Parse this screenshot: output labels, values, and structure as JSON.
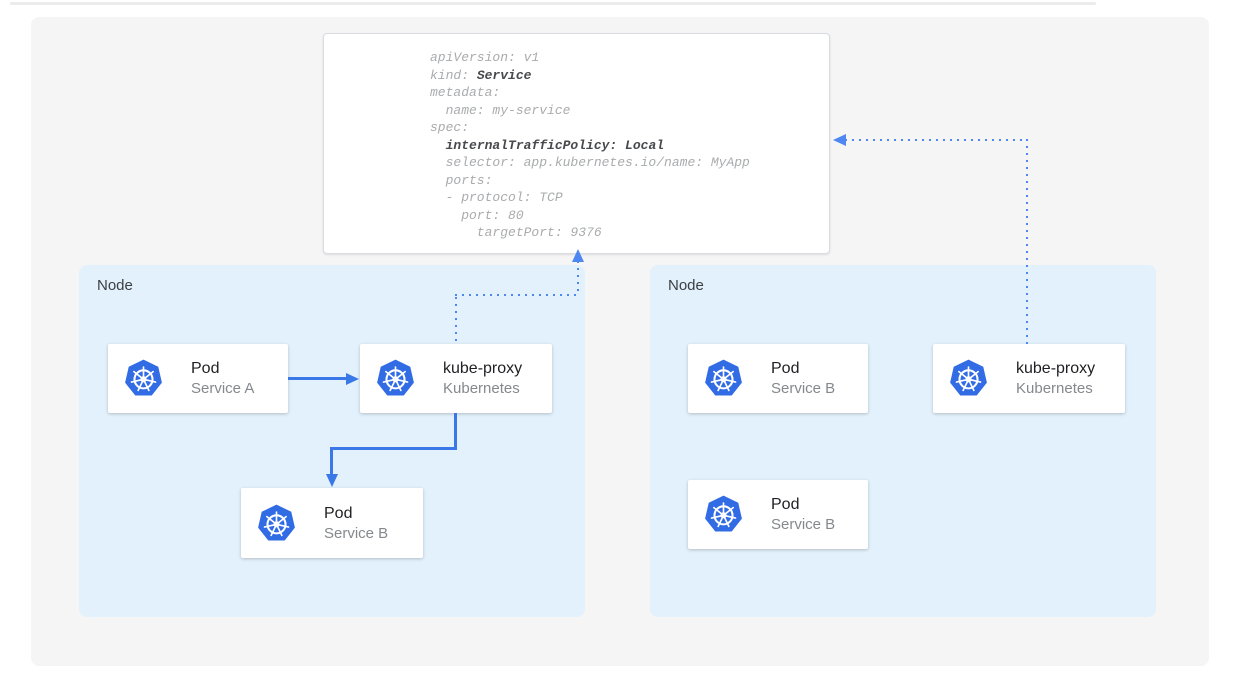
{
  "colors": {
    "kubernetes_blue": "#326ce5",
    "solid_arrow_blue": "#3b78e7",
    "dotted_arrow_blue": "#4f87f2",
    "node_background": "#e3f1fc",
    "canvas_background": "#f5f5f6"
  },
  "yaml": {
    "lines": [
      {
        "pre": "apiVersion: v1"
      },
      {
        "pre": "kind: ",
        "bold": "Service"
      },
      {
        "pre": "metadata:"
      },
      {
        "pre": "  name: my-service"
      },
      {
        "pre": "spec:"
      },
      {
        "pre": "  ",
        "bold": "internalTrafficPolicy: Local"
      },
      {
        "pre": "  selector: app.kubernetes.io/name: MyApp"
      },
      {
        "pre": "  ports:"
      },
      {
        "pre": "  - protocol: TCP"
      },
      {
        "pre": "    port: 80"
      },
      {
        "pre": "      targetPort: 9376"
      }
    ]
  },
  "nodes": [
    {
      "label": "Node",
      "cards": [
        {
          "icon": "kubernetes-icon",
          "title": "Pod",
          "subtitle": "Service A"
        },
        {
          "icon": "kubernetes-icon",
          "title": "kube-proxy",
          "subtitle": "Kubernetes"
        },
        {
          "icon": "kubernetes-icon",
          "title": "Pod",
          "subtitle": "Service B"
        }
      ]
    },
    {
      "label": "Node",
      "cards": [
        {
          "icon": "kubernetes-icon",
          "title": "Pod",
          "subtitle": "Service B"
        },
        {
          "icon": "kubernetes-icon",
          "title": "kube-proxy",
          "subtitle": "Kubernetes"
        },
        {
          "icon": "kubernetes-icon",
          "title": "Pod",
          "subtitle": "Service B"
        }
      ]
    }
  ],
  "connections": [
    {
      "from": "node1-pod-service-a",
      "to": "node1-kube-proxy",
      "style": "solid-arrow"
    },
    {
      "from": "node1-kube-proxy",
      "to": "node1-pod-service-b",
      "style": "solid-arrow"
    },
    {
      "from": "node1-kube-proxy",
      "to": "service-yaml-card",
      "style": "dotted-arrow"
    },
    {
      "from": "node2-kube-proxy",
      "to": "service-yaml-card",
      "style": "dotted-arrow"
    }
  ]
}
